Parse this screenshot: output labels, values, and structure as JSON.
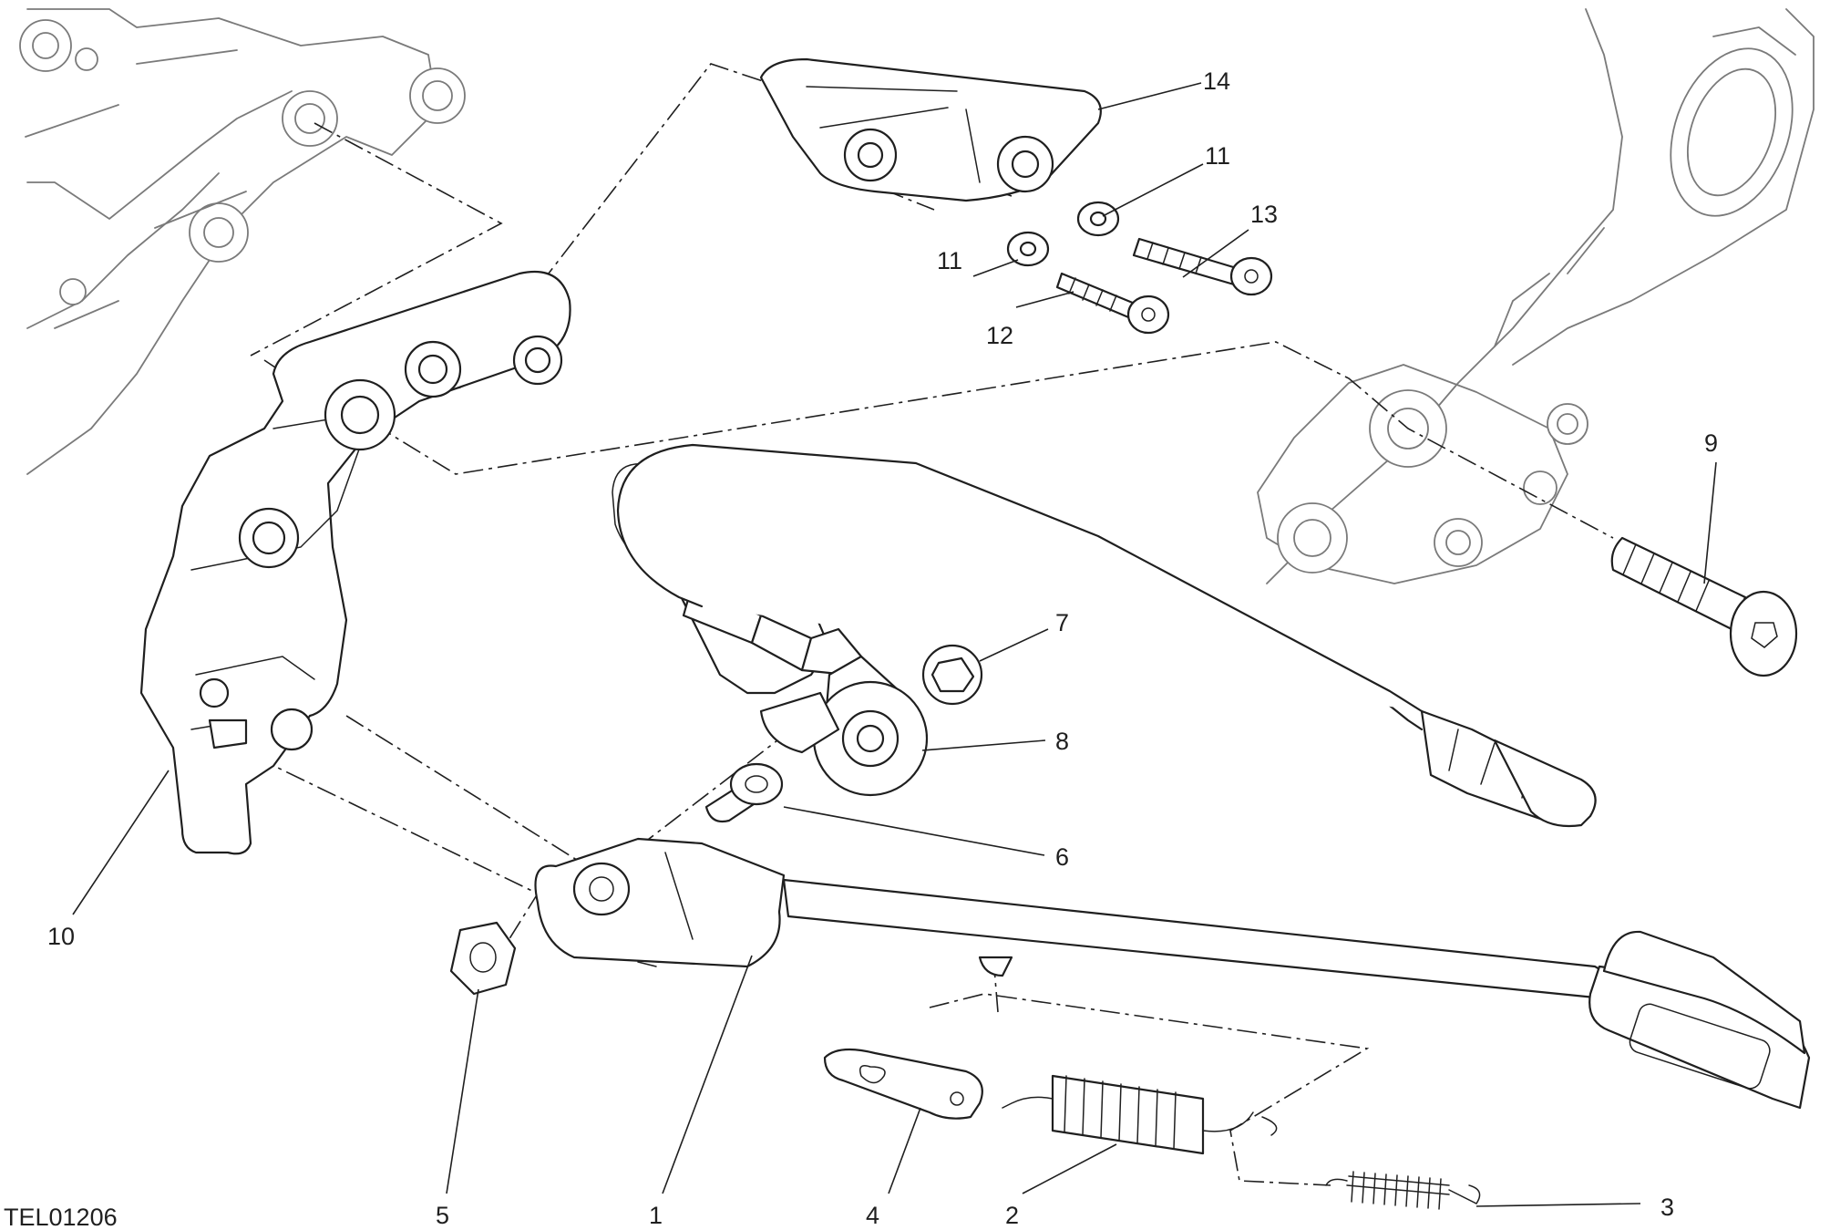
{
  "diagram": {
    "drawing_code": "TEL01206",
    "callouts": [
      {
        "id": "callout-1",
        "text": "1"
      },
      {
        "id": "callout-2",
        "text": "2"
      },
      {
        "id": "callout-3",
        "text": "3"
      },
      {
        "id": "callout-4",
        "text": "4"
      },
      {
        "id": "callout-5",
        "text": "5"
      },
      {
        "id": "callout-6",
        "text": "6"
      },
      {
        "id": "callout-7",
        "text": "7"
      },
      {
        "id": "callout-8",
        "text": "8"
      },
      {
        "id": "callout-9",
        "text": "9"
      },
      {
        "id": "callout-10",
        "text": "10"
      },
      {
        "id": "callout-11a",
        "text": "11"
      },
      {
        "id": "callout-11b",
        "text": "11"
      },
      {
        "id": "callout-12",
        "text": "12"
      },
      {
        "id": "callout-13",
        "text": "13"
      },
      {
        "id": "callout-14",
        "text": "14"
      }
    ],
    "colors": {
      "line": "#1f1f1f",
      "ghost": "#7a7a7a",
      "background": "#ffffff"
    }
  }
}
